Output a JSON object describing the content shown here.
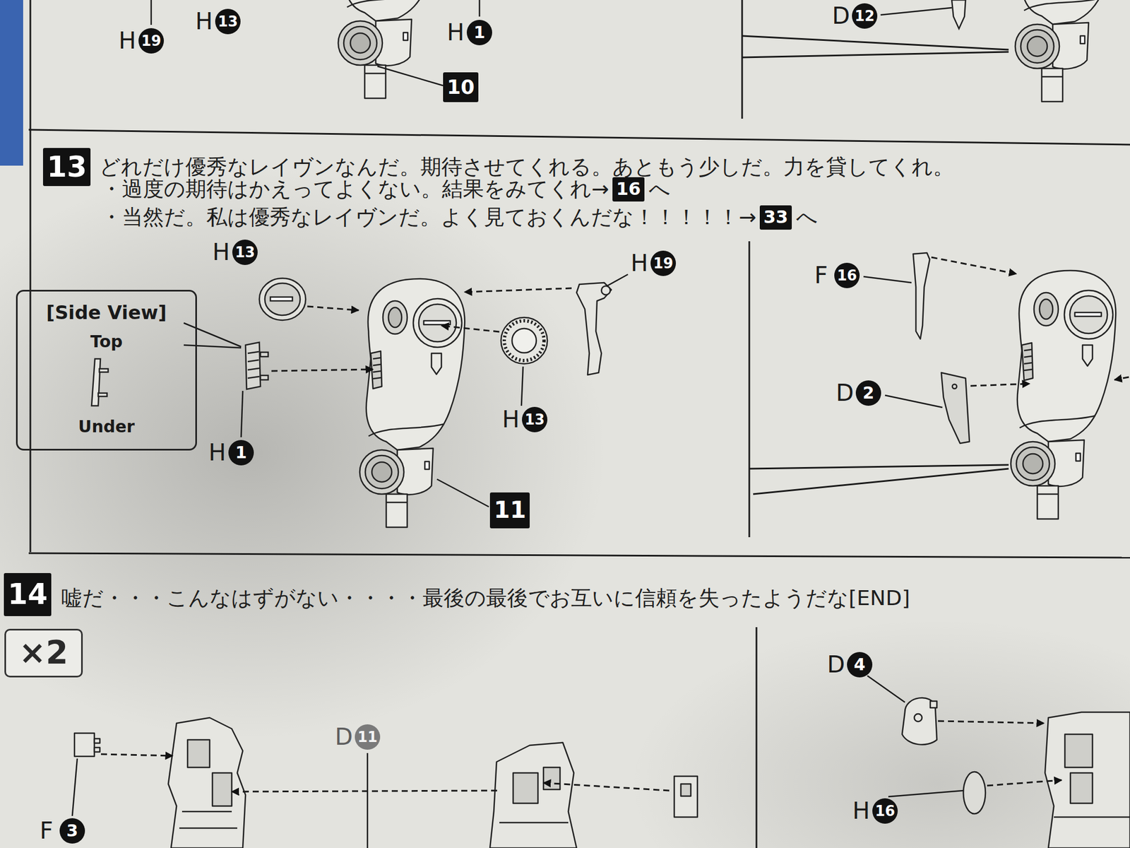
{
  "diagram": {
    "nodes": [
      {
        "text": [
          "10"
        ]
      },
      {
        "text": [
          "13"
        ]
      },
      {
        "text": [
          "16"
        ]
      },
      {
        "text": [
          "33"
        ]
      },
      {
        "text": [
          "[Side View]",
          "Top",
          "Under"
        ]
      },
      {
        "text": [
          "11"
        ]
      },
      {
        "text": [
          "14"
        ]
      },
      {
        "text": [
          "×2"
        ]
      }
    ],
    "labels": [
      "H",
      "19",
      "H",
      "13",
      "H",
      "1",
      "D",
      "12",
      "どれだけ優秀なレイヴンなんだ。期待させてくれる。あともう少しだ。力を貸してくれ。",
      "・過度の期待はかえってよくない。結果をみてくれ→",
      "へ",
      "・当然だ。私は優秀なレイヴンだ。よく見ておくんだな！！！！！→",
      "へ",
      "H",
      "13",
      "H",
      "19",
      "H",
      "13",
      "H",
      "1",
      "F",
      "16",
      "D",
      "2",
      "嘘だ・・・こんなはずがない・・・・最後の最後でお互いに信頼を失ったようだな[END]",
      "D",
      "11",
      "F",
      "3",
      "D",
      "4",
      "H",
      "16"
    ]
  }
}
